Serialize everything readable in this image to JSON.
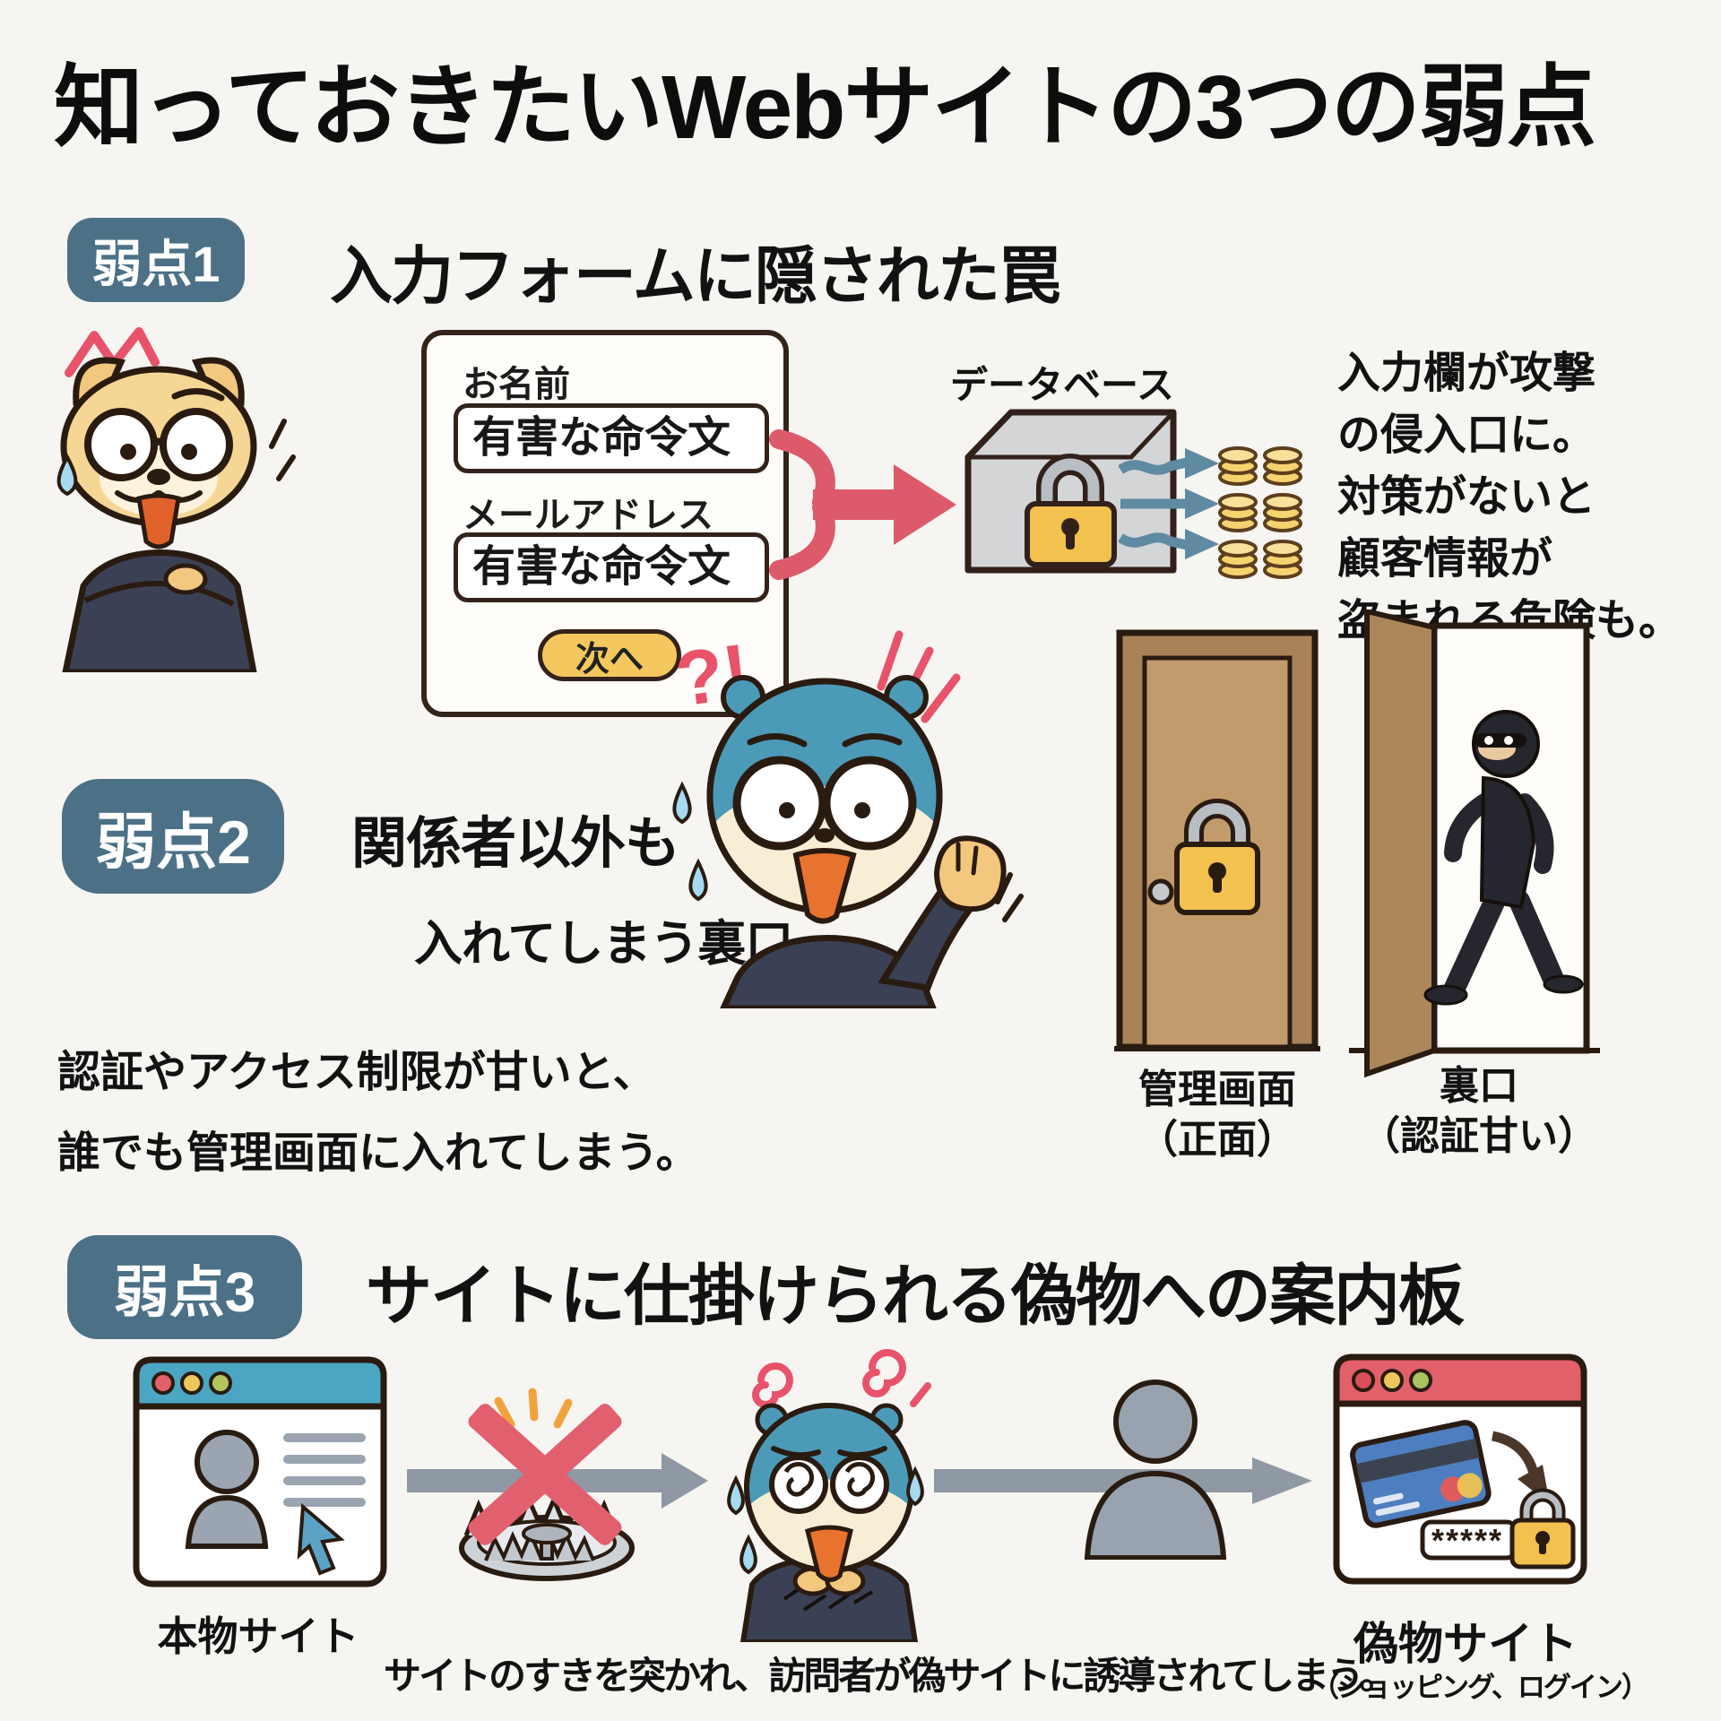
{
  "title": "知っておきたいWebサイトの3つの弱点",
  "colors": {
    "badge": "#4c7187",
    "accent_red": "#e2606e",
    "accent_yellow": "#f2c14e",
    "steel_blue": "#5e8ba1",
    "teal_header": "#4aa6c2",
    "red_header": "#e2606a",
    "ink": "#2a1b11"
  },
  "section1": {
    "badge": "弱点1",
    "heading": "入力フォームに隠された罠",
    "form": {
      "name_label": "お名前",
      "name_value": "有害な命令文",
      "email_label": "メールアドレス",
      "email_value": "有害な命令文",
      "submit_label": "次へ"
    },
    "database_label": "データベース",
    "desc_lines": [
      "入力欄が攻撃",
      "の侵入口に。",
      "対策がないと",
      "顧客情報が",
      "盗まれる危険も。"
    ]
  },
  "section2": {
    "badge": "弱点2",
    "heading_lines": [
      "関係者以外も",
      "入れてしまう裏口"
    ],
    "desc_lines": [
      "認証やアクセス制限が甘いと、",
      "誰でも管理画面に入れてしまう。"
    ],
    "alert_mark": "?!",
    "front_door_label": [
      "管理画面",
      "（正面）"
    ],
    "back_door_label": [
      "裏口",
      "（認証甘い）"
    ]
  },
  "section3": {
    "badge": "弱点3",
    "heading": "サイトに仕掛けられる偽物への案内板",
    "real_site_label": "本物サイト",
    "caption": "サイトのすきを突かれ、訪問者が偽サイトに誘導されてしまう。",
    "fake_site_label": "偽物サイト",
    "fake_site_sublabel": "（ショッピング、ログイン）",
    "password_mask": "*****"
  }
}
